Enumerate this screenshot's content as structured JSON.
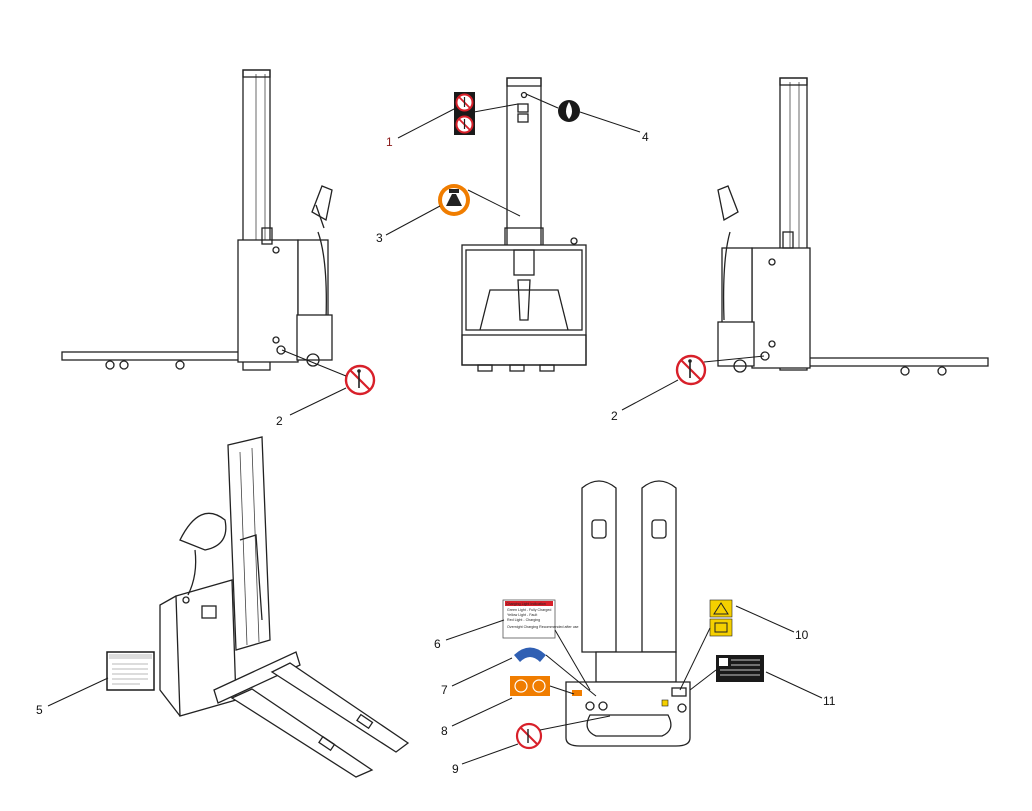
{
  "callouts": [
    "1",
    "2",
    "3",
    "4",
    "5",
    "6",
    "7",
    "8",
    "9",
    "10",
    "11",
    "2"
  ],
  "charging_label": {
    "header": "Charging Light Indication",
    "lines": [
      "Green Light - Fully Charged",
      "Yellow Light - Fault",
      "Red   Light - Charging"
    ],
    "note": "Overnight Charging Recommended after use"
  },
  "colors": {
    "prohibit_red": "#d8202a",
    "warning_orange": "#f07d00",
    "caution_yellow": "#f5d000",
    "badge_blue": "#2f5fb3",
    "label_dark": "#1a1a1a"
  }
}
